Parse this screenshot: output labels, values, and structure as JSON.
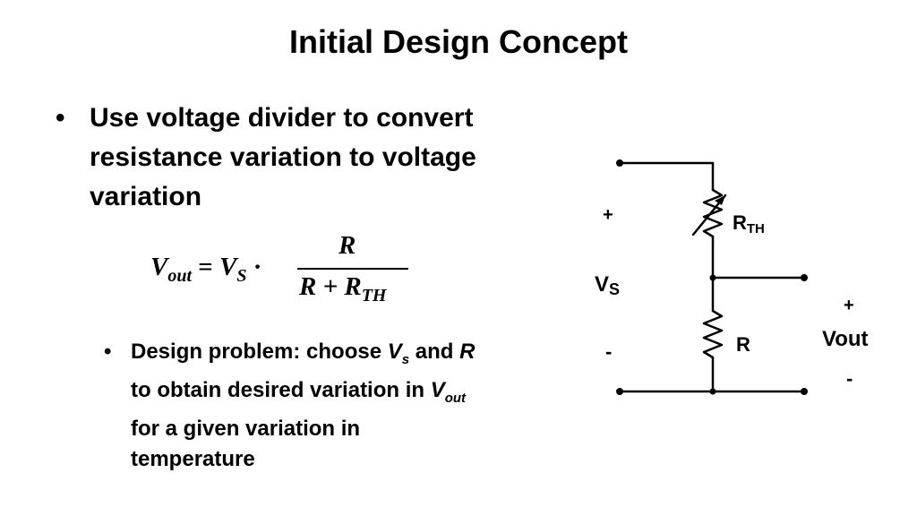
{
  "slide": {
    "title": "Initial Design Concept",
    "bullet1": {
      "marker": "•",
      "text": "Use voltage divider to convert resistance variation to voltage variation"
    },
    "formula": {
      "lhs_v": "V",
      "lhs_sub": "out",
      "eq": " = ",
      "rhs_v": "V",
      "rhs_sub": "S",
      "dot": " · ",
      "numerator": "R",
      "den_r": "R + R",
      "den_sub": "TH"
    },
    "bullet2": {
      "marker": "•",
      "p1": "Design problem: choose ",
      "vs": "V",
      "vs_sub": "s",
      "p2": " and ",
      "r": "R",
      "p3": " to obtain desired variation in ",
      "vout": "V",
      "vout_sub": "out",
      "p4": " for a given variation in temperature"
    }
  },
  "circuit": {
    "plus_left": "+",
    "minus_left": "-",
    "vs_label": "V",
    "vs_sub": "S",
    "rth_label": "R",
    "rth_sub": "TH",
    "r_label": "R",
    "plus_right": "+",
    "vout_label": "Vout",
    "minus_right": "-"
  }
}
